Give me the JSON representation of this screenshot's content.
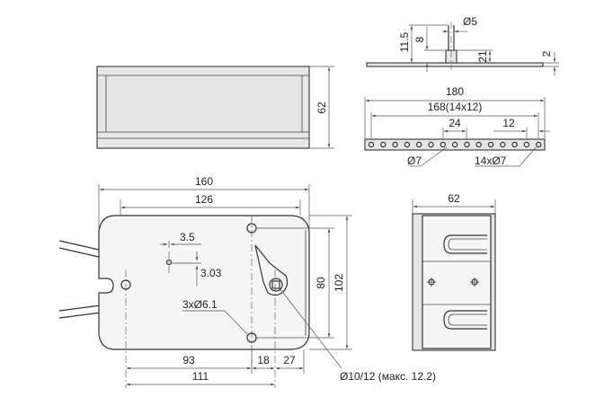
{
  "colors": {
    "line": "#333333",
    "body_fill": "#f5f5f5",
    "side_fill": "#e6e6e6",
    "accent": "#e9edf2"
  },
  "dimensions": {
    "top_height": "62",
    "shaft_dia": "Ø5",
    "flange_11_5": "11.5",
    "flange_8": "8",
    "flange_21": "21",
    "flange_2": "2",
    "strip_180": "180",
    "strip_168": "168(14x12)",
    "strip_24": "24",
    "strip_12": "12",
    "strip_d7": "Ø7",
    "strip_14xd7": "14xØ7",
    "front_160": "160",
    "front_126": "126",
    "front_3_5": "3.5",
    "front_3_03": "3.03",
    "front_3x6_1": "3xØ6.1",
    "front_80": "80",
    "front_102": "102",
    "front_93": "93",
    "front_18": "18",
    "front_27": "27",
    "front_111": "111",
    "front_shaft": "Ø10/12 (макс. 12.2)",
    "side_62": "62"
  },
  "icons": [
    "mounting-hole-icon",
    "lever-icon",
    "cable-icon"
  ]
}
